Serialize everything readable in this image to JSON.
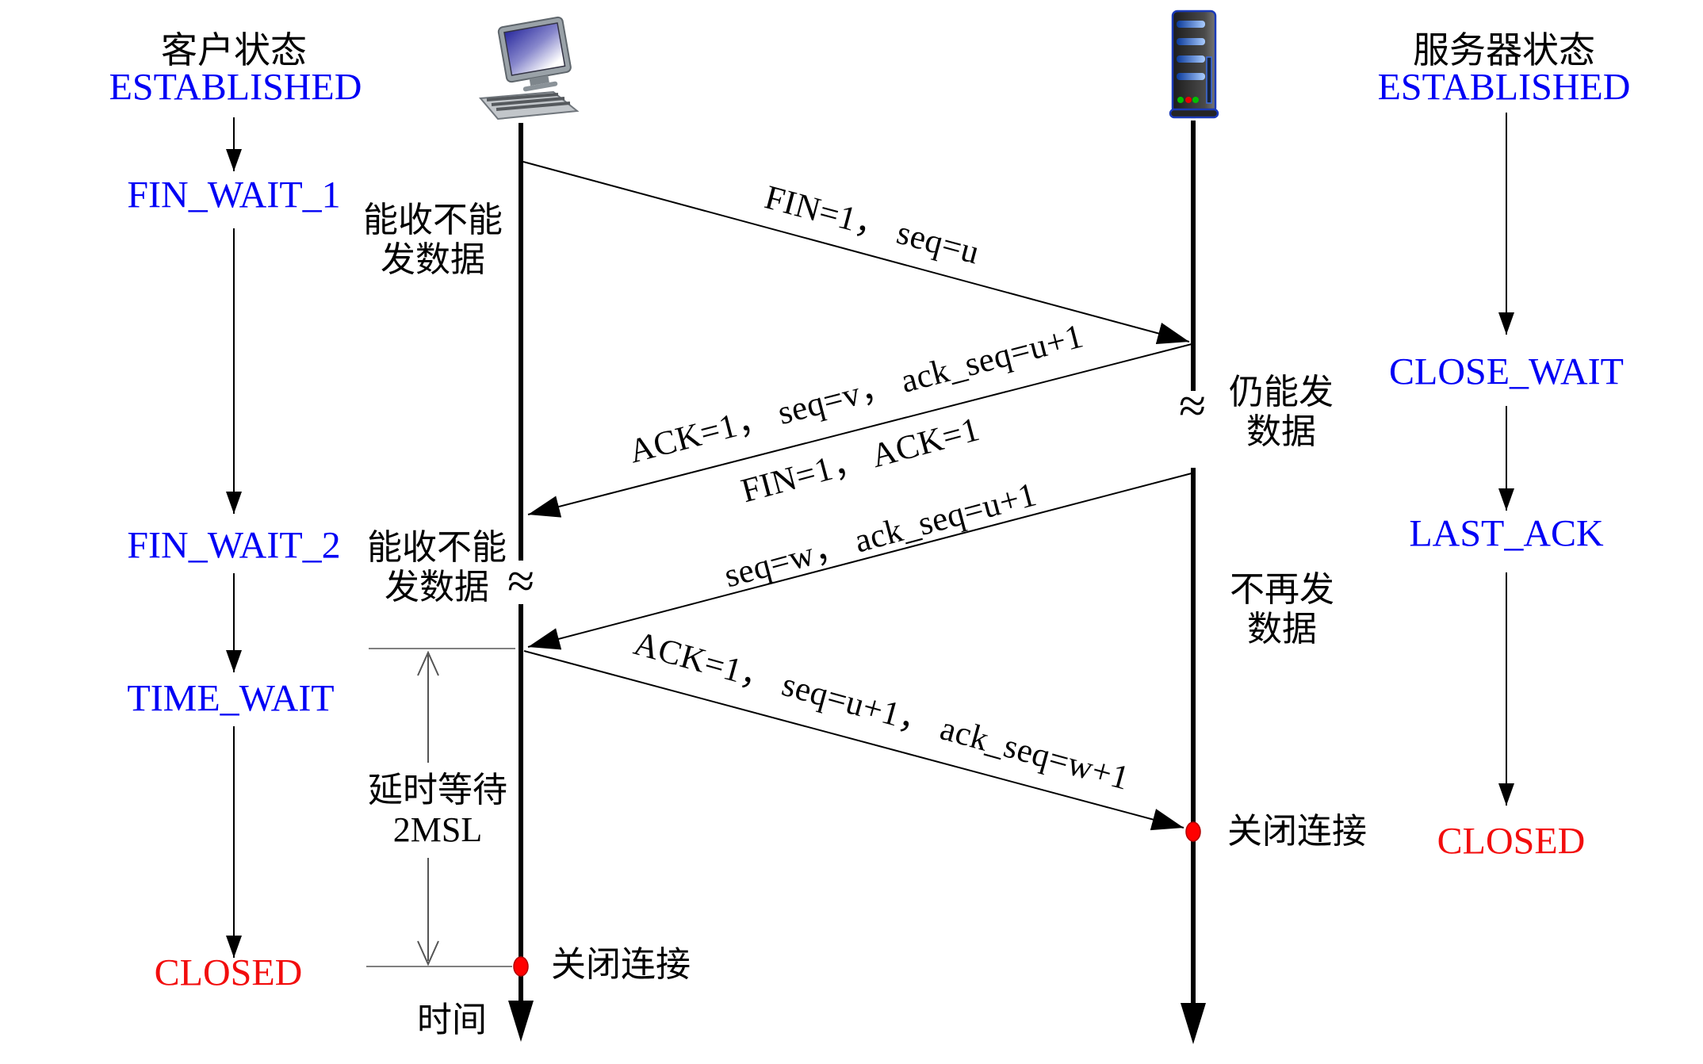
{
  "colors": {
    "state_blue": "#0000f5",
    "closed_red": "#f20d0d",
    "line_black": "#000000",
    "guide_gray": "#808080",
    "dot_red": "#ff0000",
    "screen_blue": "#3a3aae",
    "server_bar_blue": "#1a4ab8"
  },
  "client": {
    "title": "客户状态",
    "states": {
      "established": "ESTABLISHED",
      "fin_wait_1": "FIN_WAIT_1",
      "fin_wait_2": "FIN_WAIT_2",
      "time_wait": "TIME_WAIT",
      "closed": "CLOSED"
    },
    "notes": {
      "recv_only_1": "能收不能\n发数据",
      "recv_only_2": "能收不能\n发数据",
      "wait_2msl": "延时等待\n2MSL",
      "close_conn": "关闭连接",
      "time_axis": "时间"
    }
  },
  "server": {
    "title": "服务器状态",
    "states": {
      "established": "ESTABLISHED",
      "close_wait": "CLOSE_WAIT",
      "last_ack": "LAST_ACK",
      "closed": "CLOSED"
    },
    "notes": {
      "still_send": "仍能发\n数据",
      "no_more_send": "不再发\n数据",
      "close_conn": "关闭连接"
    }
  },
  "messages": {
    "fin": "FIN=1， seq=u",
    "ack_of_fin": "ACK=1， seq=v， ack_seq=u+1",
    "fin_ack_line1": "FIN=1， ACK=1",
    "fin_ack_line2": "seq=w， ack_seq=u+1",
    "last_ack_msg": "ACK=1， seq=u+1， ack_seq=w+1"
  },
  "symbols": {
    "line_break": "≈"
  }
}
